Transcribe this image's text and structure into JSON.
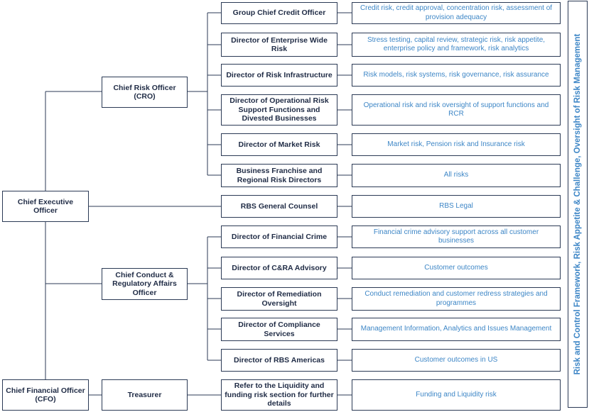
{
  "ceo": "Chief Executive Officer",
  "cro": "Chief Risk Officer (CRO)",
  "conduct": "Chief Conduct & Regulatory Affairs Officer",
  "cfo": "Chief Financial Officer (CFO)",
  "treasurer": "Treasurer",
  "roles": [
    {
      "title": "Group Chief Credit Officer",
      "desc": "Credit risk, credit approval, concentration risk, assessment of provision adequacy"
    },
    {
      "title": "Director of Enterprise Wide Risk",
      "desc": "Stress testing, capital review, strategic risk, risk appetite, enterprise policy and framework, risk analytics"
    },
    {
      "title": "Director of Risk Infrastructure",
      "desc": "Risk models, risk systems, risk governance, risk assurance"
    },
    {
      "title": "Director of Operational Risk Support Functions and Divested Businesses",
      "desc": "Operational risk and risk oversight of support functions and RCR"
    },
    {
      "title": "Director of Market Risk",
      "desc": "Market risk, Pension risk and Insurance risk"
    },
    {
      "title": "Business Franchise and Regional Risk Directors",
      "desc": "All risks"
    },
    {
      "title": "RBS General Counsel",
      "desc": "RBS Legal"
    },
    {
      "title": "Director of Financial Crime",
      "desc": "Financial crime advisory support across all customer businesses"
    },
    {
      "title": "Director of C&RA Advisory",
      "desc": "Customer outcomes"
    },
    {
      "title": "Director of Remediation Oversight",
      "desc": "Conduct remediation and customer redress strategies and programmes"
    },
    {
      "title": "Director of Compliance Services",
      "desc": "Management Information, Analytics and Issues Management"
    },
    {
      "title": "Director of RBS Americas",
      "desc": "Customer outcomes in US"
    },
    {
      "title": "Refer to the Liquidity and funding risk section for further details",
      "desc": "Funding and Liquidity risk"
    }
  ],
  "side_label": "Risk and Control Framework, Risk Appetite & Challenge, Oversight of Risk Management",
  "colors": {
    "border": "#2b3a55",
    "title_text": "#1f2b45",
    "desc_text": "#3d86c6"
  }
}
